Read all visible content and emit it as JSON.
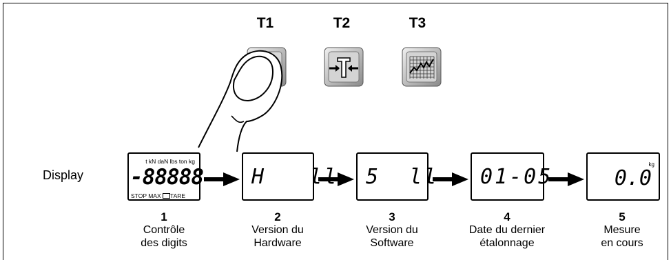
{
  "keys": [
    {
      "label": "T1",
      "icon": "power-icon"
    },
    {
      "label": "T2",
      "icon": "tare-icon"
    },
    {
      "label": "T3",
      "icon": "graph-icon"
    }
  ],
  "display_label": "Display",
  "displays": {
    "d1": {
      "units": "t kN daN lbs ton kg",
      "digits": "-88888",
      "status_stop": "STOP",
      "status_max": "MAX",
      "status_tare": "TARE"
    },
    "d2": {
      "text": "H   ll"
    },
    "d3": {
      "text": "5  ll"
    },
    "d4": {
      "text": "01-05"
    },
    "d5": {
      "unit": "kg",
      "text": "0.0"
    }
  },
  "steps": [
    {
      "num": "1",
      "line1": "Contrôle",
      "line2": "des digits"
    },
    {
      "num": "2",
      "line1": "Version du",
      "line2": "Hardware"
    },
    {
      "num": "3",
      "line1": "Version du",
      "line2": "Software"
    },
    {
      "num": "4",
      "line1": "Date du dernier",
      "line2": "étalonnage"
    },
    {
      "num": "5",
      "line1": "Mesure",
      "line2": "en cours"
    }
  ]
}
